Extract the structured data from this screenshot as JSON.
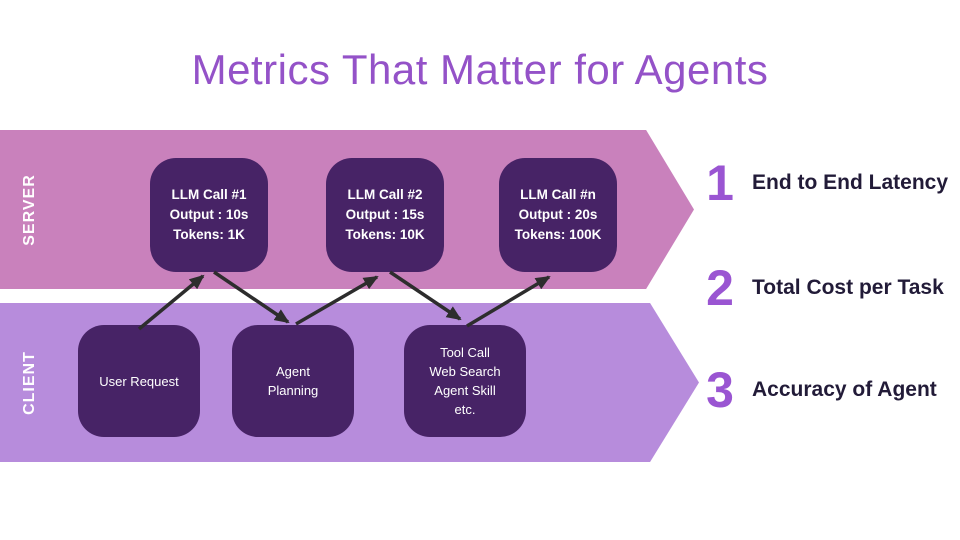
{
  "title": "Metrics That Matter for Agents",
  "colors": {
    "title-purple": "#9452c8",
    "server-band": "#c981bc",
    "client-band": "#b78cdc",
    "node-purple": "#472366",
    "node-text": "#ffffff",
    "arrow-dark": "#2d2d2d",
    "number-purple": "#9a55d2",
    "metric-text": "#221b38",
    "background": "#ffffff"
  },
  "lanes": {
    "server": {
      "label": "SERVER",
      "boxes": [
        {
          "lines": [
            "LLM Call #1",
            "Output : 10s",
            "Tokens: 1K"
          ]
        },
        {
          "lines": [
            "LLM Call #2",
            "Output : 15s",
            "Tokens: 10K"
          ]
        },
        {
          "lines": [
            "LLM Call #n",
            "Output : 20s",
            "Tokens: 100K"
          ]
        }
      ]
    },
    "client": {
      "label": "CLIENT",
      "boxes": [
        {
          "lines": [
            "User Request"
          ]
        },
        {
          "lines": [
            "Agent",
            "Planning"
          ]
        },
        {
          "lines": [
            "Tool Call",
            "Web Search",
            "Agent Skill",
            "etc."
          ]
        }
      ]
    }
  },
  "metrics": [
    {
      "number": "1",
      "label": "End to End Latency"
    },
    {
      "number": "2",
      "label": "Total Cost per Task"
    },
    {
      "number": "3",
      "label": "Accuracy of Agent"
    }
  ]
}
